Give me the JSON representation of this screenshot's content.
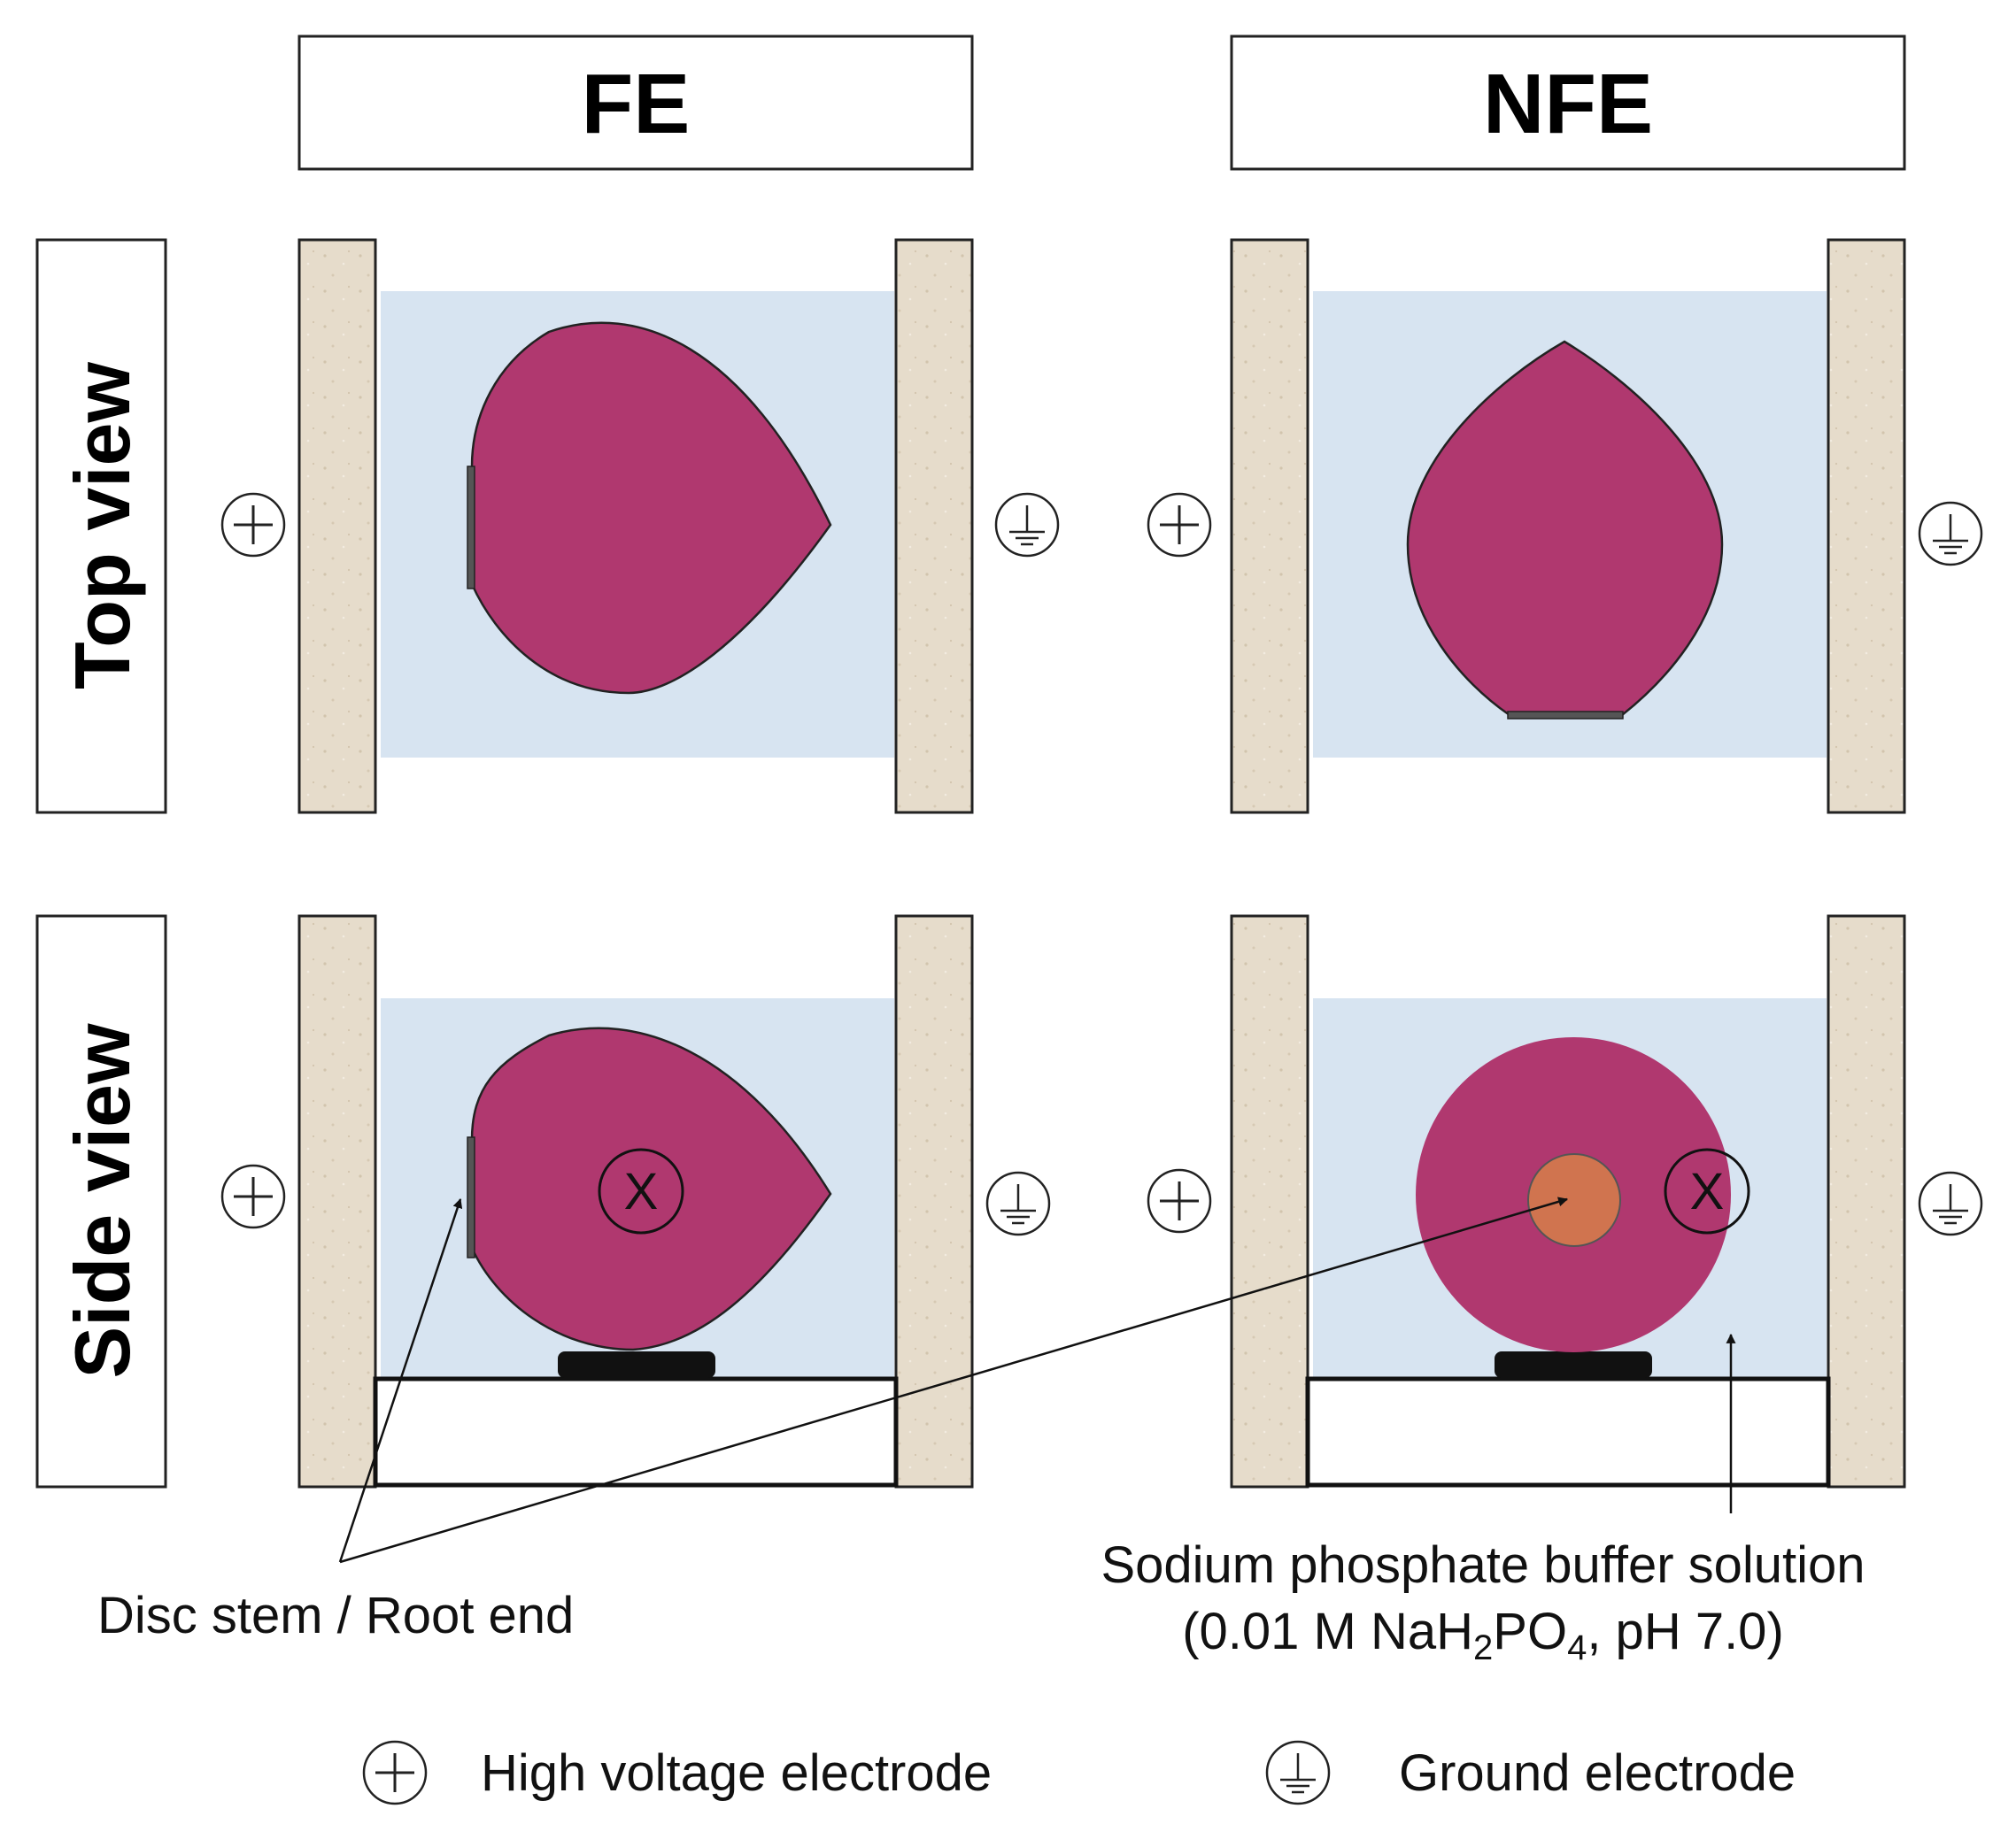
{
  "columns": {
    "fe": "FE",
    "nfe": "NFE"
  },
  "rows": {
    "top": "Top view",
    "side": "Side view"
  },
  "annotations": {
    "disc_stem": "Disc stem / Root end",
    "buffer_line1": "Sodium phosphate buffer solution",
    "buffer_line2_pre": "(0.01 M NaH",
    "buffer_sub1": "2",
    "buffer_mid": "PO",
    "buffer_sub2": "4",
    "buffer_post": ", pH 7.0)",
    "x_mark": "X"
  },
  "legend": {
    "high_voltage": "High voltage electrode",
    "ground": "Ground electrode"
  },
  "colors": {
    "electrode": "#e6dccb",
    "solution": "#d7e4f1",
    "sample": "#b0386f",
    "core": "#d0744f",
    "stand": "#111111"
  },
  "icons": {
    "high_voltage": "plus-circle-icon",
    "ground": "ground-symbol-icon"
  }
}
